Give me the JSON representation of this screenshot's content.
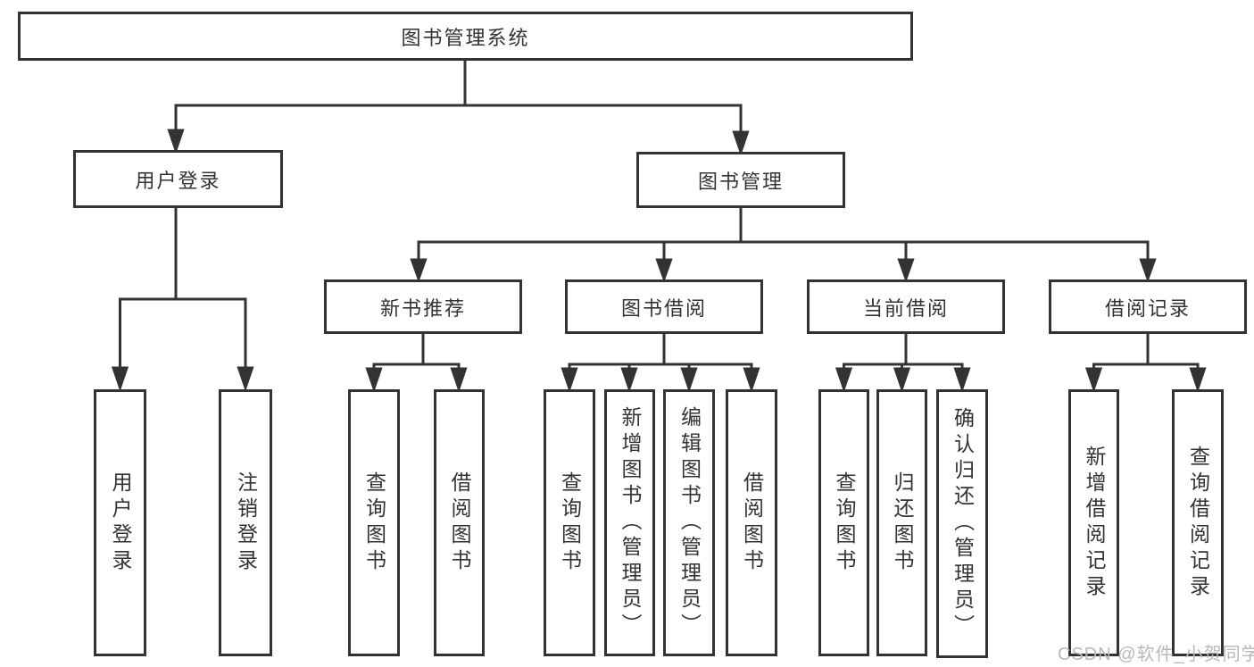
{
  "tree": {
    "root": {
      "label": "图书管理系统"
    },
    "branches": [
      {
        "label": "用户登录",
        "children": [
          {
            "label": "用户登录"
          },
          {
            "label": "注销登录"
          }
        ]
      },
      {
        "label": "图书管理",
        "children": [
          {
            "label": "新书推荐",
            "children": [
              {
                "label": "查询图书"
              },
              {
                "label": "借阅图书"
              }
            ]
          },
          {
            "label": "图书借阅",
            "children": [
              {
                "label": "查询图书"
              },
              {
                "label": "新增图书（管理员）"
              },
              {
                "label": "编辑图书（管理员）"
              },
              {
                "label": "借阅图书"
              }
            ]
          },
          {
            "label": "当前借阅",
            "children": [
              {
                "label": "查询图书"
              },
              {
                "label": "归还图书"
              },
              {
                "label": "确认归还（管理员）"
              }
            ]
          },
          {
            "label": "借阅记录",
            "children": [
              {
                "label": "新增借阅记录"
              },
              {
                "label": "查询借阅记录"
              }
            ]
          }
        ]
      }
    ]
  },
  "watermark": {
    "text": "CSDN @软件_小贺同学"
  },
  "colors": {
    "line": "#333333",
    "text": "#333333",
    "box_background": "#ffffff",
    "watermark": "#b9b9b9",
    "background": "#ffffff"
  }
}
